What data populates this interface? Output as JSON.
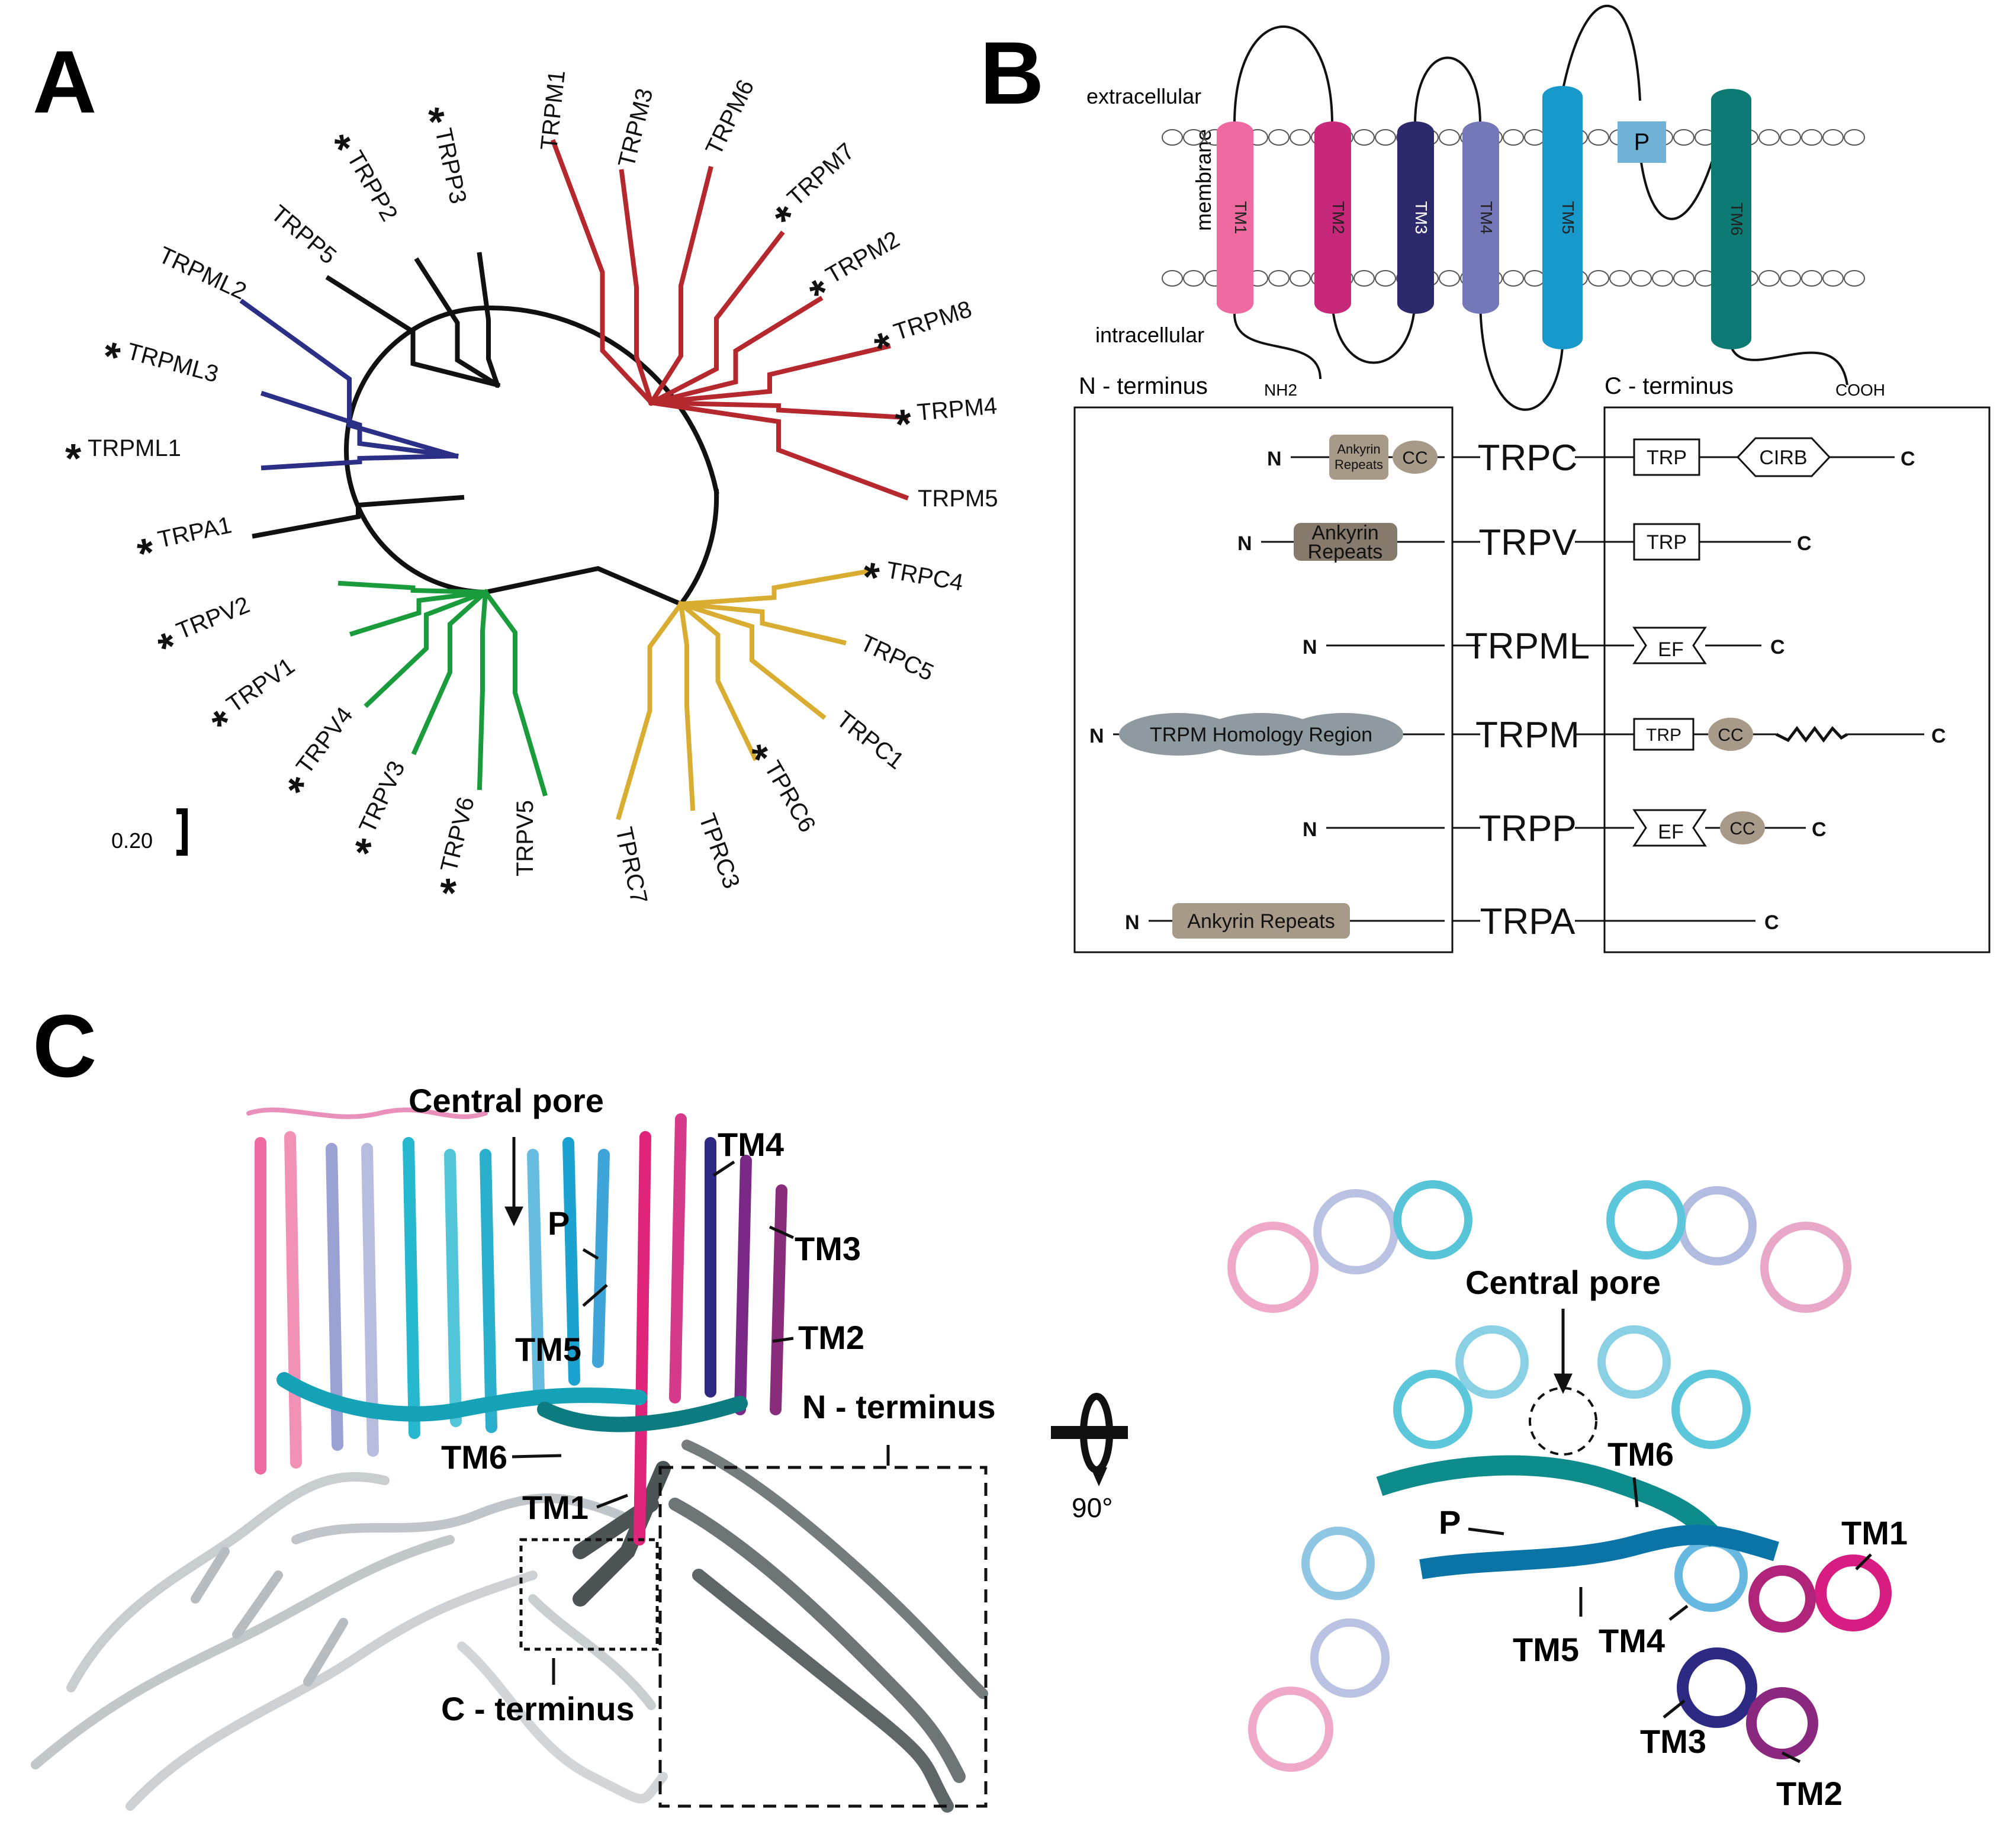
{
  "panels": {
    "a": "A",
    "b": "B",
    "c": "C"
  },
  "tree": {
    "scale_label": "0.20",
    "colors": {
      "TRPP": "#111111",
      "TRPM": "#b5282e",
      "TRPML": "#2b2f86",
      "TRPA": "#111111",
      "TRPV": "#1a9c3d",
      "TRPC": "#d9ad32"
    },
    "leaves": [
      {
        "label": "TRPM1",
        "starred": false
      },
      {
        "label": "TRPM3",
        "starred": false
      },
      {
        "label": "TRPM6",
        "starred": false
      },
      {
        "label": "TRPM7",
        "starred": true
      },
      {
        "label": "TRPM2",
        "starred": true
      },
      {
        "label": "TRPM8",
        "starred": true
      },
      {
        "label": "TRPM4",
        "starred": true
      },
      {
        "label": "TRPM5",
        "starred": false
      },
      {
        "label": "TRPC4",
        "starred": true
      },
      {
        "label": "TRPC5",
        "starred": false
      },
      {
        "label": "TRPC1",
        "starred": false
      },
      {
        "label": "TPRC6",
        "starred": true
      },
      {
        "label": "TPRC3",
        "starred": false
      },
      {
        "label": "TPRC7",
        "starred": false
      },
      {
        "label": "TRPV5",
        "starred": false
      },
      {
        "label": "TRPV6",
        "starred": true
      },
      {
        "label": "TRPV3",
        "starred": true
      },
      {
        "label": "TRPV4",
        "starred": true
      },
      {
        "label": "TRPV1",
        "starred": true
      },
      {
        "label": "TRPV2",
        "starred": true
      },
      {
        "label": "TRPA1",
        "starred": true
      },
      {
        "label": "TRPML1",
        "starred": true
      },
      {
        "label": "TRPML3",
        "starred": true
      },
      {
        "label": "TRPML2",
        "starred": false
      },
      {
        "label": "TRPP5",
        "starred": false
      },
      {
        "label": "TRPP2",
        "starred": true
      },
      {
        "label": "TRPP3",
        "starred": true
      }
    ]
  },
  "topology": {
    "extracellular": "extracellular",
    "membrane": "membrane",
    "intracellular": "intracellular",
    "n_terminus": "N - terminus",
    "c_terminus": "C - terminus",
    "nh2": "NH2",
    "cooh": "COOH",
    "pore": "P",
    "helices": [
      {
        "label": "TM1",
        "color": "#ee6aa0"
      },
      {
        "label": "TM2",
        "color": "#c8287a"
      },
      {
        "label": "TM3",
        "color": "#2c2a6b"
      },
      {
        "label": "TM4",
        "color": "#7477b8"
      },
      {
        "label": "TM5",
        "color": "#1899cc"
      },
      {
        "label": "TM6",
        "color": "#0e7a74"
      }
    ],
    "pore_color": "#6fb2d6"
  },
  "domains": {
    "n": "N",
    "c": "C",
    "families": [
      "TRPC",
      "TRPV",
      "TRPML",
      "TRPM",
      "TRPP",
      "TRPA"
    ],
    "labels": {
      "ankyrin_repeats": "Ankyrin Repeats",
      "ankyrin_stacked_1": "Ankyrin",
      "ankyrin_stacked_2": "Repeats",
      "cc": "CC",
      "trpm_homology": "TRPM Homology Region",
      "trp": "TRP",
      "cirb": "CIRB",
      "ef": "EF"
    },
    "colors": {
      "ankyrin": "#a89a88",
      "ankyrin_dark": "#857a6c",
      "homology": "#8e9aa0"
    }
  },
  "structure": {
    "side": {
      "central_pore": "Central pore",
      "tm4": "TM4",
      "tm3": "TM3",
      "p": "P",
      "tm2": "TM2",
      "tm5": "TM5",
      "n_terminus": "N - terminus",
      "tm6": "TM6",
      "tm1": "TM1",
      "c_terminus": "C - terminus"
    },
    "rotation": "90°",
    "top": {
      "central_pore": "Central pore",
      "tm6": "TM6",
      "tm1": "TM1",
      "p": "P",
      "tm4": "TM4",
      "tm5": "TM5",
      "tm3": "TM3",
      "tm2": "TM2"
    }
  }
}
